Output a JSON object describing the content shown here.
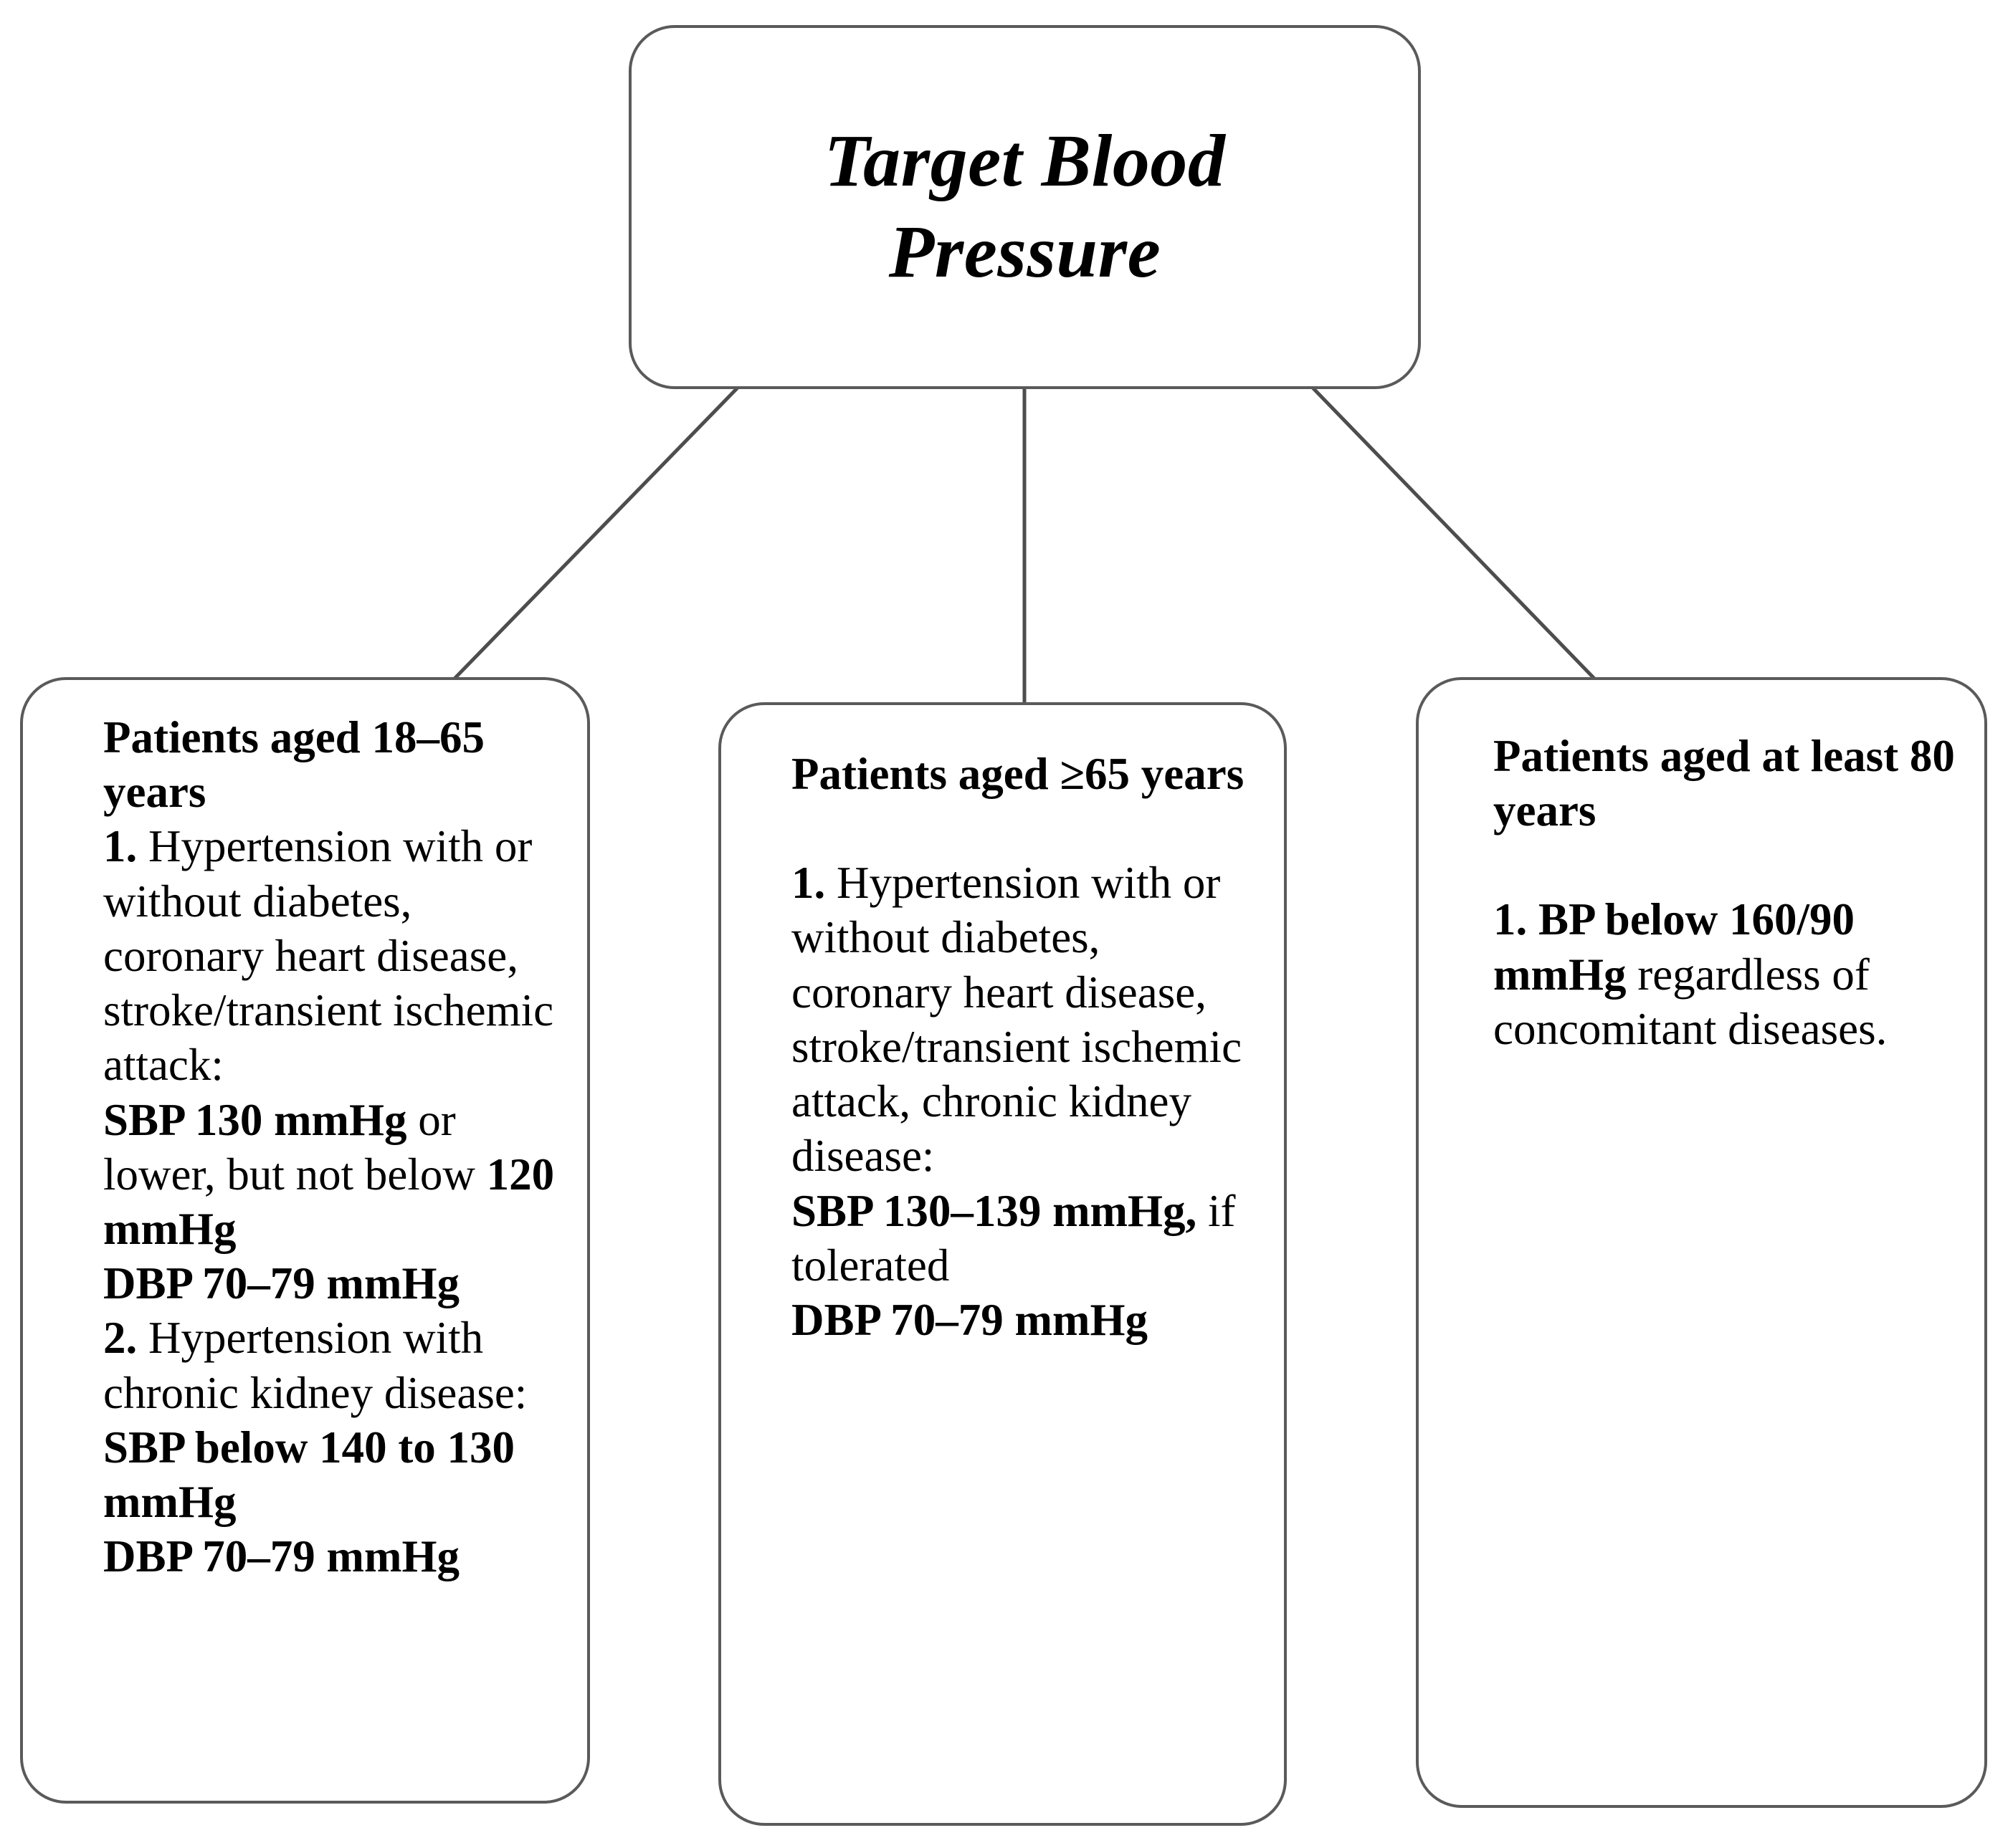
{
  "diagram": {
    "type": "flowchart",
    "title": "Target Blood Pressure",
    "root": {
      "label": "Target Blood Pressure"
    },
    "branches": [
      {
        "id": "aged-18-65",
        "heading": "Patients aged 18–65 years",
        "items": [
          {
            "number": "1.",
            "condition": " Hypertension with or without diabetes, coronary heart disease, stroke/transient ischemic attack:",
            "targets": [
              {
                "bold": "SBP 130 mmHg",
                "plain": " or lower, but not below "
              },
              {
                "bold": "120 mmHg",
                "plain": ""
              },
              {
                "bold": "DBP 70–79 mmHg",
                "plain": ""
              }
            ]
          },
          {
            "number": "2.",
            "condition": " Hypertension with chronic kidney disease:",
            "targets": [
              {
                "bold": "SBP below 140 to 130 mmHg",
                "plain": ""
              },
              {
                "bold": "DBP 70–79 mmHg",
                "plain": ""
              }
            ]
          }
        ]
      },
      {
        "id": "aged-65-plus",
        "heading": "Patients aged ≥65 years",
        "items": [
          {
            "number": "1.",
            "condition": " Hypertension with or without diabetes, coronary heart disease, stroke/transient ischemic attack, chronic kidney disease:",
            "targets": [
              {
                "bold": "SBP 130–139 mmHg,",
                "plain": " if tolerated"
              },
              {
                "bold": "DBP 70–79 mmHg",
                "plain": ""
              }
            ]
          }
        ]
      },
      {
        "id": "aged-80-plus",
        "heading": "Patients aged at least 80 years",
        "items": [
          {
            "number": "1.",
            "condition": "",
            "targets": [
              {
                "bold": " BP below 160/90 mmHg",
                "plain": " regardless of concomitant diseases."
              }
            ]
          }
        ]
      }
    ],
    "connectors": [
      {
        "from": "root",
        "to": "aged-18-65"
      },
      {
        "from": "root",
        "to": "aged-65-plus"
      },
      {
        "from": "root",
        "to": "aged-80-plus"
      }
    ],
    "colors": {
      "border": "#5a5a5a",
      "text": "#000000",
      "background": "#ffffff",
      "connector": "#4d4d4d"
    }
  },
  "text": {
    "left": {
      "heading": "Patients aged 18–65 years",
      "item1_num": "1.",
      "item1_body": " Hypertension with or without diabetes, coronary heart disease, stroke/transient ischemic attack:",
      "item1_sbp_b": "SBP 130 mmHg",
      "item1_sbp_r": " or lower, but not below ",
      "item1_sbp_b2": "120 mmHg",
      "item1_dbp": "DBP 70–79 mmHg",
      "item2_num": "2.",
      "item2_body": " Hypertension with chronic kidney disease:",
      "item2_sbp": "SBP below 140 to 130 mmHg",
      "item2_dbp": "DBP 70–79 mmHg"
    },
    "middle": {
      "heading": "Patients aged ≥65 years",
      "item1_num": "1.",
      "item1_body": " Hypertension with or without diabetes, coronary heart disease, stroke/transient ischemic attack, chronic kidney disease:",
      "item1_sbp_b": "SBP 130–139 mmHg,",
      "item1_sbp_r": " if tolerated",
      "item1_dbp": "DBP 70–79 mmHg"
    },
    "right": {
      "heading": "Patients aged at least 80 years",
      "item1_b": "1. BP below 160/90 mmHg",
      "item1_r": " regardless of concomitant diseases."
    }
  }
}
